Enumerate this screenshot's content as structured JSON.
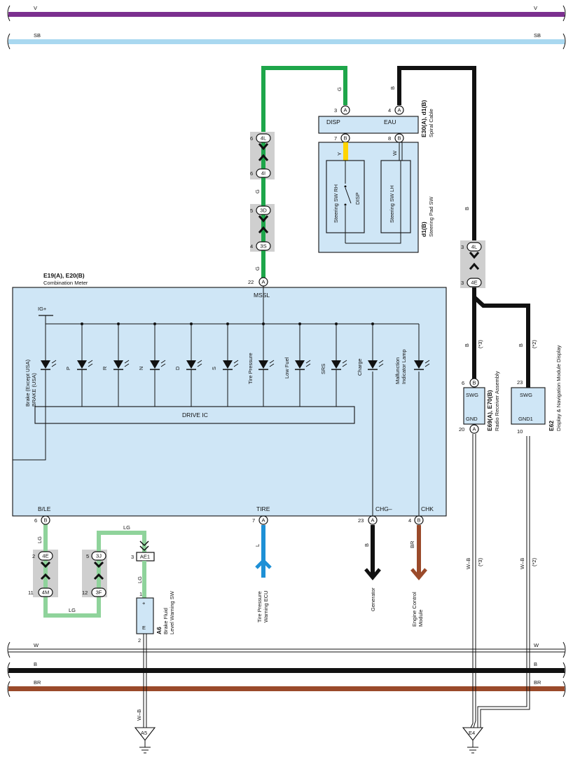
{
  "buses": {
    "v": "V",
    "sb": "SB",
    "w": "W",
    "b": "B",
    "br": "BR"
  },
  "colors": {
    "violet": "#7b2f8f",
    "sky_blue": "#a9d8f0",
    "green": "#1ea64a",
    "black": "#111111",
    "brown": "#9a4a2a",
    "light_green": "#8fd39b",
    "blue": "#1e90d6",
    "yellow": "#ffd400",
    "box_fill": "#cfe6f6"
  },
  "spiral_cable": {
    "id": "E30(A), d1(B)",
    "name": "Spiral Cable",
    "pin_disp": "DISP",
    "pin_eau": "EAU",
    "pins": {
      "p3": "3",
      "p4": "4",
      "p7": "7",
      "p8": "8",
      "a": "A",
      "b": "B"
    },
    "wire_g": "G",
    "wire_b": "B",
    "wire_y": "Y",
    "wire_w": "W"
  },
  "steering_pad": {
    "id": "d1(B)",
    "name": "Steering Pad SW",
    "sw_rh": "Steering SW RH",
    "sw_lh": "Steering SW LH",
    "disp": "DISP"
  },
  "junctions": {
    "j4L_left": {
      "pin_top": "6",
      "label_top": "4L",
      "pin_bot": "6",
      "label_bot": "4I"
    },
    "j3D": {
      "pin_top": "5",
      "label_top": "3D",
      "pin_bot": "4",
      "label_bot": "3S"
    },
    "j4L_right": {
      "pin_top": "3",
      "label_top": "4L",
      "pin_bot": "3",
      "label_bot": "4E"
    },
    "j4E_left": {
      "pin_top": "2",
      "label_top": "4E",
      "pin_bot": "11",
      "label_bot": "4M"
    },
    "j3J": {
      "pin_top": "5",
      "label_top": "3J",
      "pin_bot": "12",
      "label_bot": "3F"
    }
  },
  "meter": {
    "id": "E19(A), E20(B)",
    "name": "Combination Meter",
    "mssl": "MSSL",
    "mssl_pin": "22",
    "mssl_conn": "A",
    "ig": "IG+",
    "drive_ic": "DRIVE IC",
    "lamps": [
      "Brake (Except USA)\nBRAKE (USA)",
      "P",
      "R",
      "N",
      "D",
      "S",
      "Tire Pressure",
      "Low Fuel",
      "SRS",
      "Charge",
      "Malfunction\nIndicator Lamp"
    ],
    "lamp_brake_1": "Brake (Except USA)",
    "lamp_brake_2": "BRAKE (USA)",
    "lamp_p": "P",
    "lamp_r": "R",
    "lamp_n": "N",
    "lamp_d": "D",
    "lamp_s": "S",
    "lamp_tire": "Tire Pressure",
    "lamp_fuel": "Low Fuel",
    "lamp_srs": "SRS",
    "lamp_charge": "Charge",
    "lamp_mil_1": "Malfunction",
    "lamp_mil_2": "Indicator Lamp",
    "ble": "B/LE",
    "tire": "TIRE",
    "chg": "CHG–",
    "chk": "CHK",
    "ble_pin": "6",
    "tire_pin": "7",
    "chg_pin": "23",
    "chk_pin": "4",
    "conn_a": "A",
    "conn_b": "B"
  },
  "radio": {
    "id": "E69(A), E70(B)",
    "name": "Radio Receiver Assembly",
    "swg": "SWG",
    "gnd": "GND",
    "pin_top": "6",
    "pin_bot": "20",
    "conn_top": "B",
    "conn_bot": "A",
    "note": "(*3)"
  },
  "display": {
    "id": "E62",
    "name": "Display & Navigation Module Display",
    "swg": "SWG",
    "gnd": "GND1",
    "pin_top": "23",
    "pin_bot": "10",
    "note": "(*2)"
  },
  "brake_fluid": {
    "id": "A6",
    "name_1": "Brake Fluid",
    "name_2": "Level Warning SW",
    "plus": "+",
    "e": "E",
    "pin_top": "1",
    "pin_bot": "2",
    "ae1": "AE1",
    "ae1_pin": "3"
  },
  "wires": {
    "lg": "LG",
    "l": "L",
    "b": "B",
    "br": "BR",
    "wb": "W–B",
    "g": "G",
    "note3": "(*3)",
    "note2": "(*2)"
  },
  "destinations": {
    "tire_ecu_1": "Tire Pressure",
    "tire_ecu_2": "Warning ECU",
    "generator": "Generator",
    "ecm_1": "Engine Control",
    "ecm_2": "Module"
  },
  "grounds": {
    "a5": "A5",
    "e4": "E4"
  }
}
